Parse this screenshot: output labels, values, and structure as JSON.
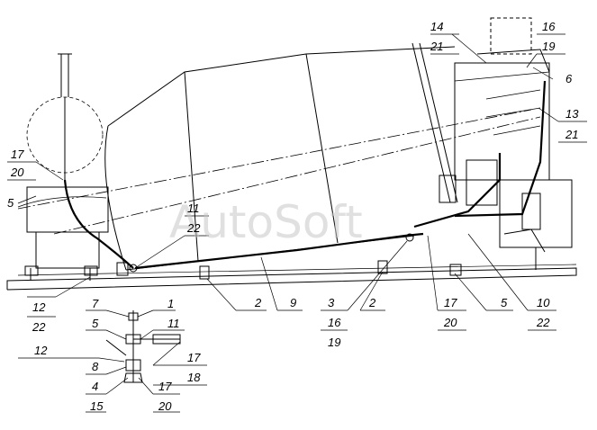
{
  "watermark": "AutoSoft",
  "callouts": {
    "c14": "14",
    "c21a": "21",
    "c16": "16",
    "c19a": "19",
    "c6": "6",
    "c13": "13",
    "c21b": "21",
    "c17a": "17",
    "c20a": "20",
    "c5a": "5",
    "c11a": "11",
    "c22a": "22",
    "c12a": "12",
    "c22b": "22",
    "c2a": "2",
    "c9": "9",
    "c3": "3",
    "c16b": "16",
    "c19b": "19",
    "c2b": "2",
    "c17b": "17",
    "c20b": "20",
    "c5b": "5",
    "c10": "10",
    "c22c": "22",
    "c7": "7",
    "c1": "1",
    "c5c": "5",
    "c11b": "11",
    "c12b": "12",
    "c8": "8",
    "c17c": "17",
    "c18": "18",
    "c4": "4",
    "c15": "15",
    "c17d": "17",
    "c20c": "20"
  }
}
